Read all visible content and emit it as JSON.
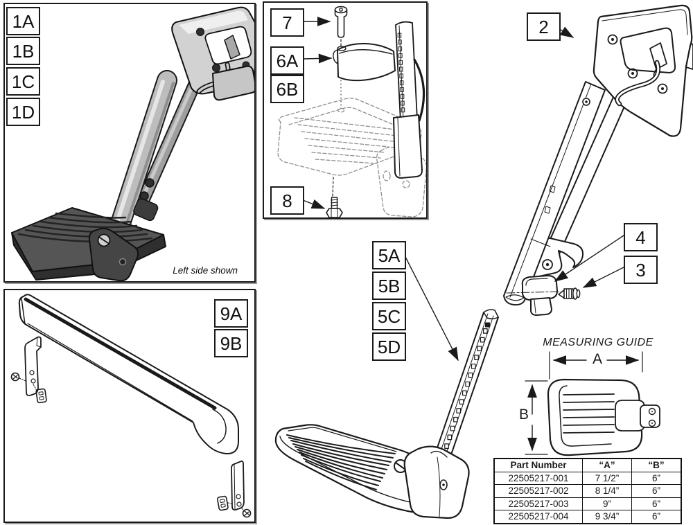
{
  "figure": {
    "caption_left_top": "Left side shown"
  },
  "callouts": {
    "c1a": "1A",
    "c1b": "1B",
    "c1c": "1C",
    "c1d": "1D",
    "c2": "2",
    "c3": "3",
    "c4": "4",
    "c5a": "5A",
    "c5b": "5B",
    "c5c": "5C",
    "c5d": "5D",
    "c6a": "6A",
    "c6b": "6B",
    "c7": "7",
    "c8": "8",
    "c9a": "9A",
    "c9b": "9B"
  },
  "measuring_guide": {
    "title": "MEASURING GUIDE",
    "dim_a": "A",
    "dim_b": "B"
  },
  "parts_table": {
    "headers": [
      "Part Number",
      "“A”",
      "“B”"
    ],
    "rows": [
      [
        "22505217-001",
        "7 1/2”",
        "6”"
      ],
      [
        "22505217-002",
        "8 1/4”",
        "6”"
      ],
      [
        "22505217-003",
        "9”",
        "6”"
      ],
      [
        "22505217-004",
        "9 3/4”",
        "6”"
      ]
    ]
  }
}
